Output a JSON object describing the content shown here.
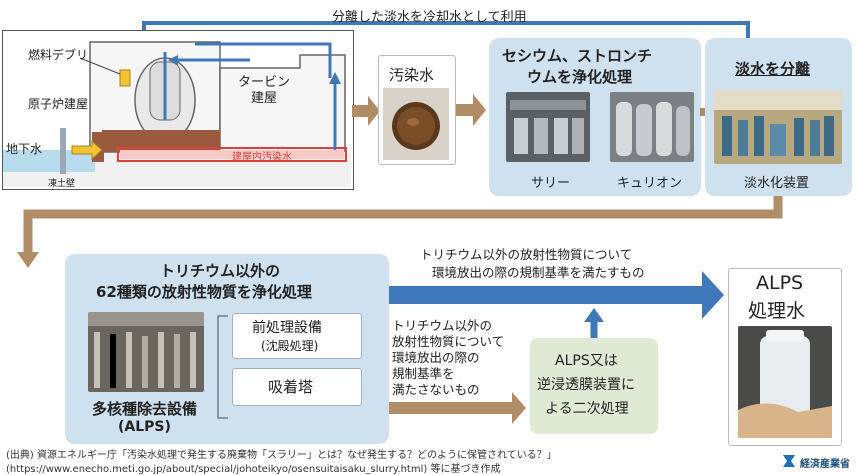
{
  "top_arrow_label": "分離した淡水を冷却水として利用",
  "reactor": {
    "debris_label": "燃料デブリ",
    "reactor_building": "原子炉建屋",
    "turbine_building": "タービン\n建屋",
    "groundwater": "地下水",
    "frozen_wall": "凍土壁",
    "contaminated_water_in_building": "建屋内汚染水"
  },
  "contaminated_water": {
    "label": "汚染水"
  },
  "cesium": {
    "title_line1": "セシウム、ストロンチ",
    "title_line2": "ウムを浄化処理",
    "photo1_caption": "サリー",
    "photo2_caption": "キュリオン"
  },
  "desalination": {
    "title": "淡水を分離",
    "caption": "淡水化装置"
  },
  "alps_purify": {
    "title_line1": "トリチウム以外の",
    "title_line2": "62種類の放射性物質を浄化処理",
    "photo_caption_line1": "多核種除去設備",
    "photo_caption_line2": "(ALPS)",
    "pre_treatment_line1": "前処理設備",
    "pre_treatment_line2": "(沈殿処理)",
    "adsorption_tower": "吸着塔"
  },
  "upper_path_label_line1": "トリチウム以外の放射性物質について",
  "upper_path_label_line2": "環境放出の際の規制基準を満たすもの",
  "lower_path_label": [
    "トリチウム以外の",
    "放射性物質について",
    "環境放出の際の",
    "規制基準を",
    "満たさないもの"
  ],
  "secondary": {
    "line1": "ALPS又は",
    "line2": "逆浸透膜装置に",
    "line3": "よる二次処理"
  },
  "treated_water": {
    "line1": "ALPS",
    "line2": "処理水"
  },
  "source_line1": "(出典) 資源エネルギー庁「汚染水処理で発生する廃棄物「スラリー」とは？なぜ発生する？どのように保管されている？」",
  "source_line2": "(https://www.enecho.meti.go.jp/about/special/johoteikyo/osensuitaisaku_slurry.html) 等に基づき作成",
  "logo_text": "経済産業省",
  "colors": {
    "panel": "#cfe1ef",
    "brown_arrow": "#b08d67",
    "blue_arrow": "#3f78b8",
    "red": "#e0403a"
  }
}
